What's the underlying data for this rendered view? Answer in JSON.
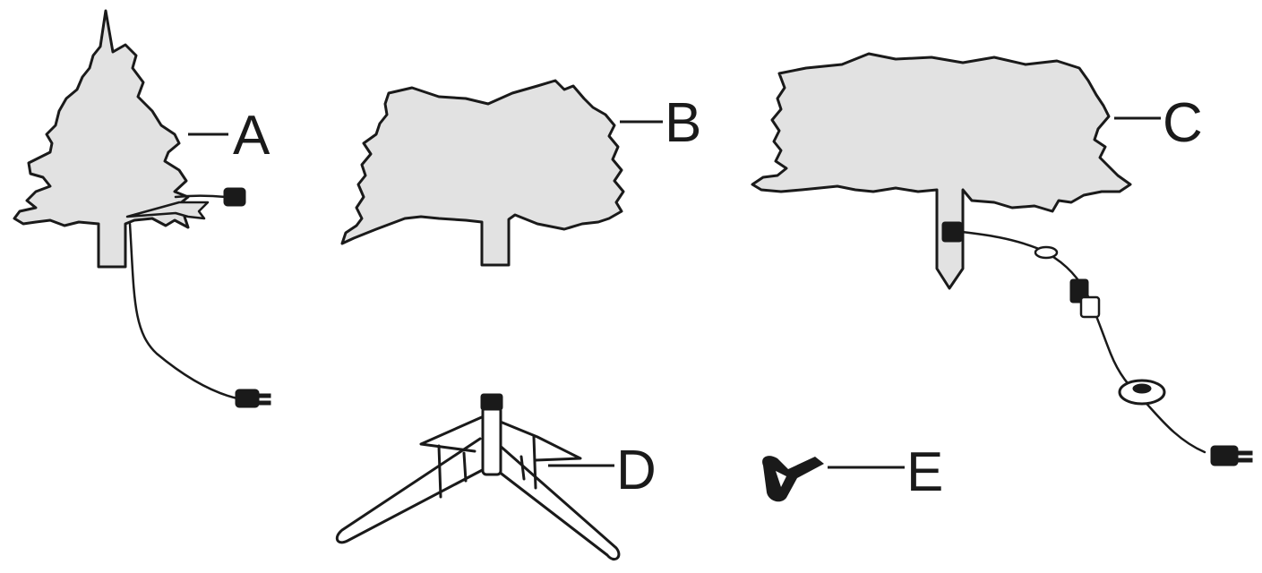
{
  "parts": [
    {
      "id": "A",
      "label": "A"
    },
    {
      "id": "B",
      "label": "B"
    },
    {
      "id": "C",
      "label": "C"
    },
    {
      "id": "D",
      "label": "D"
    },
    {
      "id": "E",
      "label": "E"
    }
  ],
  "colors": {
    "section_fill": "#e2e2e2",
    "outline": "#1a1a1a",
    "background": "#ffffff"
  }
}
